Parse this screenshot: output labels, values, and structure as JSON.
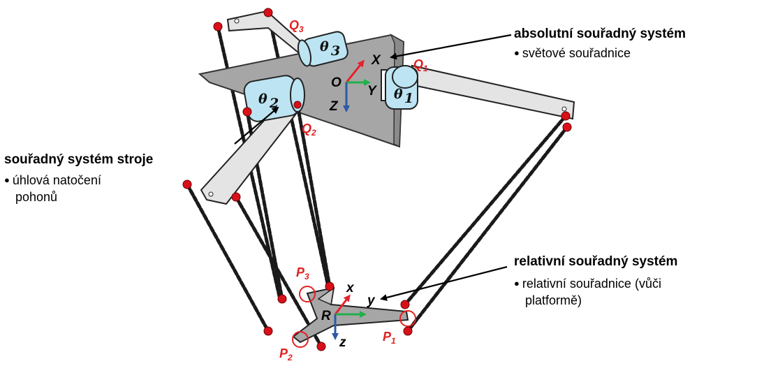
{
  "labels": {
    "absolute": {
      "title": "absolutní souřadný systém",
      "bullets": [
        "světové souřadnice"
      ]
    },
    "machine": {
      "title": "souřadný systém stroje",
      "bullets": [
        "úhlová natočení",
        "pohonů"
      ]
    },
    "relative": {
      "title": "relativní souřadný systém",
      "bullets": [
        "relativní souřadnice (vůči",
        "platformě)"
      ]
    }
  },
  "symbols": {
    "Q1": {
      "main": "Q",
      "sub": "1"
    },
    "Q2": {
      "main": "Q",
      "sub": "2"
    },
    "Q3": {
      "main": "Q",
      "sub": "3"
    },
    "P1": {
      "main": "P",
      "sub": "1"
    },
    "P2": {
      "main": "P",
      "sub": "2"
    },
    "P3": {
      "main": "P",
      "sub": "3"
    },
    "theta1": {
      "main": "θ",
      "sub": "1"
    },
    "theta2": {
      "main": "θ",
      "sub": "2"
    },
    "theta3": {
      "main": "θ",
      "sub": "3"
    }
  },
  "axes": {
    "world": {
      "origin": "O",
      "x": "X",
      "y": "Y",
      "z": "Z"
    },
    "platform": {
      "origin": "R",
      "x": "x",
      "y": "y",
      "z": "z"
    }
  },
  "colors": {
    "x_axis": "#e8202a",
    "y_axis": "#22b04a",
    "z_axis": "#2a5aa8",
    "joint": "#d8101a",
    "motor": "#bde4f2",
    "plate": "#a6a6a6",
    "arm": "#e2e2e2",
    "symbol_red": "#e02020"
  }
}
